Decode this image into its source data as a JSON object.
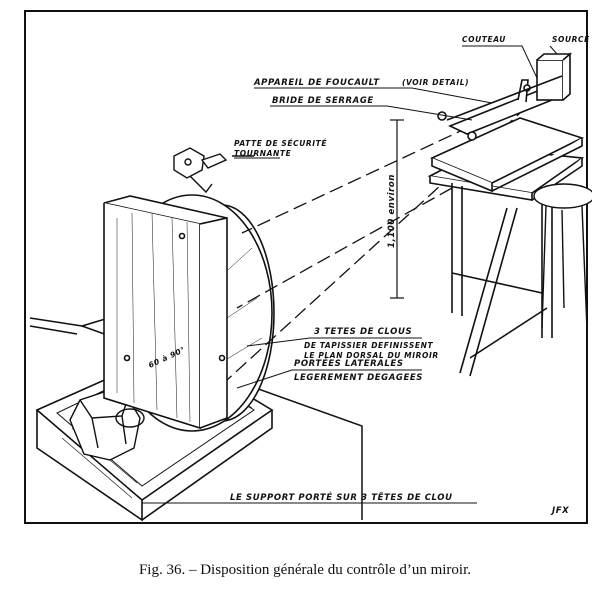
{
  "labels": {
    "couteau": "COUTEAU",
    "source": "SOURCE",
    "appareil": "APPAREIL DE FOUCAULT",
    "voir_detail": "(VOIR DETAIL)",
    "bride": "BRIDE DE SERRAGE",
    "patte_1": "PATTE DE SÉCURITÉ",
    "patte_2": "TOURNANTE",
    "dimension": "1,100 environ",
    "clous": "3 TETES DE CLOUS",
    "tapissier_1": "DE TAPISSIER DEFINISSENT",
    "tapissier_2": "LE PLAN DORSAL DU MIROIR",
    "portees_1": "PORTÉES LATERALES",
    "portees_2": "LEGEREMENT DEGAGEES",
    "support": "LE SUPPORT PORTÉ SUR 3 TÊTES DE CLOU",
    "angle": "60 à 90°",
    "signature": "JFX"
  },
  "caption": "Fig. 36. – Disposition générale du contrôle d’un miroir."
}
